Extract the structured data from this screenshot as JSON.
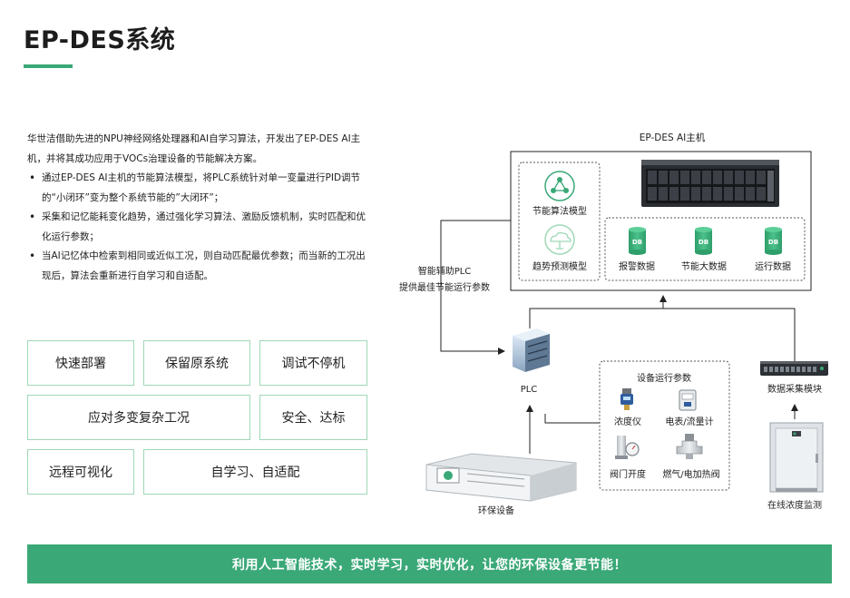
{
  "page": {
    "title": "EP-DES系统",
    "intro": "华世洁借助先进的NPU神经网络处理器和AI自学习算法，开发出了EP-DES AI主机，并将其成功应用于VOCs治理设备的节能解决方案。",
    "bullets": [
      "通过EP-DES  AI主机的节能算法模型，将PLC系统针对单一变量进行PID调节的“小闭环”变为整个系统节能的”大闭环”；",
      "采集和记忆能耗变化趋势，通过强化学习算法、激励反馈机制，实时匹配和优化运行参数；",
      "当AI记忆体中检索到相同或近似工况，则自动匹配最优参数；而当新的工况出现后，算法会重新进行自学习和自适配。"
    ],
    "features": [
      "快速部署",
      "保留原系统",
      "调试不停机",
      "应对多变复杂工况",
      "安全、达标",
      "远程可视化",
      "自学习、自适配"
    ],
    "footer": "利用人工智能技术，实时学习，实时优化，让您的环保设备更节能！"
  },
  "diagram": {
    "host_title": "EP-DES AI主机",
    "models": [
      "节能算法模型",
      "趋势预测模型"
    ],
    "db_label": "DB",
    "databases": [
      "报警数据",
      "节能大数据",
      "运行数据"
    ],
    "plc_note": [
      "智能辅助PLC",
      "提供最佳节能运行参数"
    ],
    "plc": "PLC",
    "equipment": "环保设备",
    "params_title": "设备运行参数",
    "params": [
      "浓度仪",
      "电表/流量计",
      "阀门开度",
      "燃气/电加热阀"
    ],
    "acquisition": "数据采集模块",
    "monitor": "在线浓度监测"
  },
  "colors": {
    "accent": "#3aa877",
    "border": "#9fd8b7",
    "dark": "#1d1d1d"
  },
  "icons": [
    "network-nodes-icon",
    "cloud-tree-icon",
    "database-icon",
    "server-icon",
    "rack-server-icon",
    "gas-detector-icon",
    "electric-meter-icon",
    "valve-icon",
    "heat-valve-icon",
    "data-module-icon",
    "monitor-cabinet-icon"
  ]
}
